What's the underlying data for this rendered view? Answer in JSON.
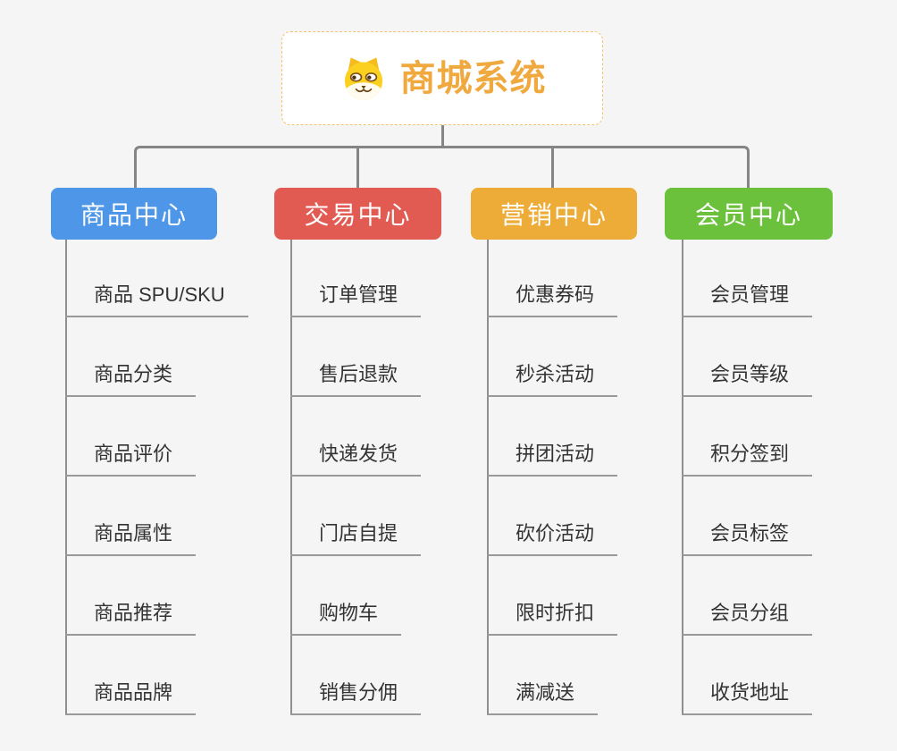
{
  "diagram_type": "mindmap-tree",
  "root": {
    "title": "商城系统",
    "icon": "dog-face-icon"
  },
  "branches": [
    {
      "label": "商品中心",
      "color": "#4d96e8",
      "items": [
        "商品 SPU/SKU",
        "商品分类",
        "商品评价",
        "商品属性",
        "商品推荐",
        "商品品牌"
      ]
    },
    {
      "label": "交易中心",
      "color": "#e15b53",
      "items": [
        "订单管理",
        "售后退款",
        "快递发货",
        "门店自提",
        "购物车",
        "销售分佣"
      ]
    },
    {
      "label": "营销中心",
      "color": "#edac38",
      "items": [
        "优惠券码",
        "秒杀活动",
        "拼团活动",
        "砍价活动",
        "限时折扣",
        "满减送"
      ]
    },
    {
      "label": "会员中心",
      "color": "#6cc13c",
      "items": [
        "会员管理",
        "会员等级",
        "积分签到",
        "会员标签",
        "会员分组",
        "收货地址"
      ]
    }
  ],
  "palette": {
    "background": "#f5f5f5",
    "root_border": "#f2c36b",
    "root_title": "#f0a93e",
    "connector_line": "#858585",
    "leaf_underline": "#999999",
    "leaf_text": "#333333"
  }
}
